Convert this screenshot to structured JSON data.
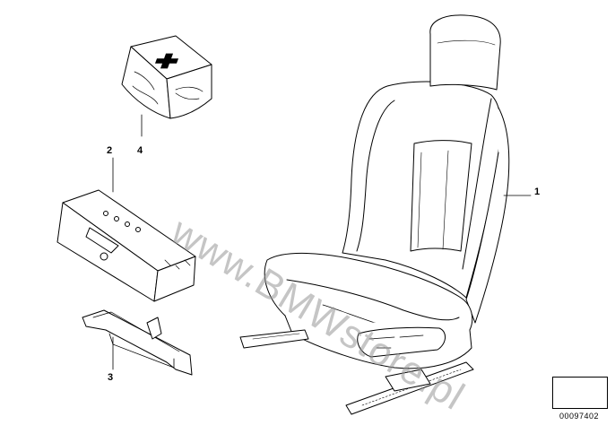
{
  "callouts": {
    "seat": "1",
    "storage_box": "2",
    "bracket": "3",
    "first_aid_kit": "4"
  },
  "watermark": "www.BMWstore.pl",
  "diagram_number": "00097402",
  "icons": {
    "first_aid_cross": "cross-icon",
    "navigation": "arrow-icon"
  },
  "colors": {
    "line": "#000000",
    "watermark": "#969696",
    "background": "#ffffff"
  }
}
